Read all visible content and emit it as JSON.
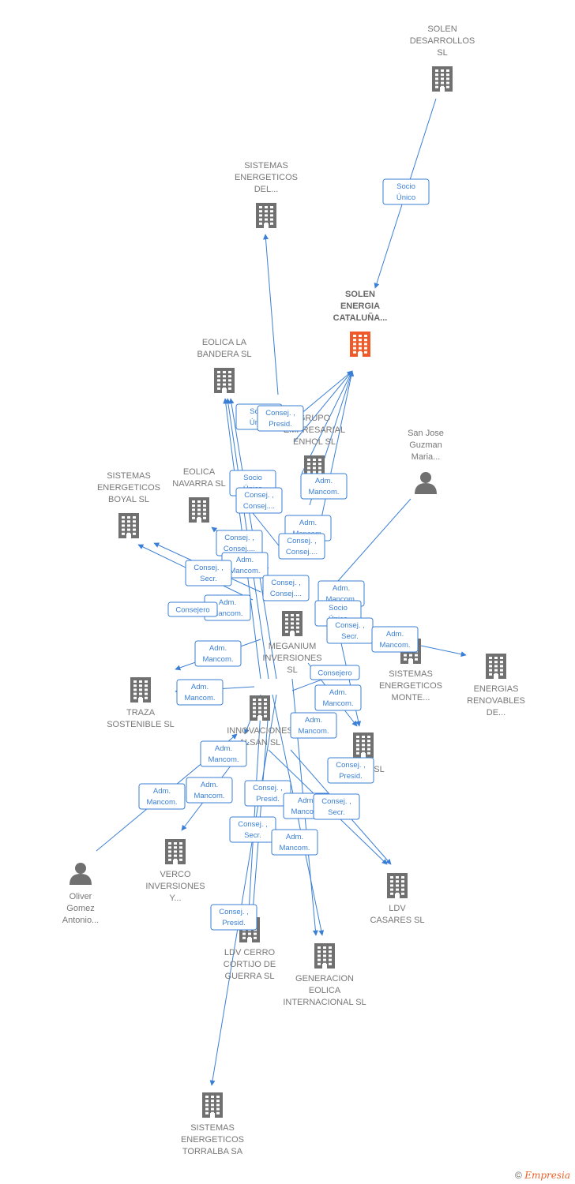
{
  "colors": {
    "edge": "#3a7fd5",
    "company": "#707070",
    "focus_company": "#f05a28",
    "person": "#707070",
    "label": "#777777"
  },
  "nodes": [
    {
      "id": "solen_desarrollos",
      "type": "company",
      "lines": [
        "SOLEN",
        "DESARROLLOS",
        "SL"
      ]
    },
    {
      "id": "sistemas_del",
      "type": "company",
      "lines": [
        "SISTEMAS",
        "ENERGETICOS",
        "DEL..."
      ]
    },
    {
      "id": "solen_energia",
      "type": "company",
      "focus": true,
      "lines": [
        "SOLEN",
        "ENERGIA",
        "CATALUÑA..."
      ]
    },
    {
      "id": "eolica_bandera",
      "type": "company",
      "lines": [
        "EOLICA LA",
        "BANDERA SL"
      ]
    },
    {
      "id": "grupo_enhol",
      "type": "company",
      "lines": [
        "GRUPO",
        "EMPRESARIAL",
        "ENHOL SL"
      ]
    },
    {
      "id": "san_jose",
      "type": "person",
      "lines": [
        "San Jose",
        "Guzman",
        "Maria..."
      ]
    },
    {
      "id": "sistemas_boyal",
      "type": "company",
      "lines": [
        "SISTEMAS",
        "ENERGETICOS",
        "BOYAL SL"
      ]
    },
    {
      "id": "eolica_navarra",
      "type": "company",
      "lines": [
        "EOLICA",
        "NAVARRA SL"
      ]
    },
    {
      "id": "meganium",
      "type": "company",
      "lines": [
        "MEGANIUM",
        "INVERSIONES",
        "SL"
      ]
    },
    {
      "id": "sistemas_monte",
      "type": "company",
      "lines": [
        "SISTEMAS",
        "ENERGETICOS",
        "MONTE..."
      ]
    },
    {
      "id": "energias_renovables",
      "type": "company",
      "lines": [
        "ENERGIAS",
        "RENOVABLES",
        "DE..."
      ]
    },
    {
      "id": "traza",
      "type": "company",
      "lines": [
        "TRAZA",
        "SOSTENIBLE SL"
      ]
    },
    {
      "id": "innovaciones",
      "type": "company",
      "lines": [
        "INNOVACIONES",
        "ALSAN SL"
      ]
    },
    {
      "id": "sl_unnamed",
      "type": "company",
      "lines": [
        "SL"
      ]
    },
    {
      "id": "oliver",
      "type": "person",
      "lines": [
        "Oliver",
        "Gomez",
        "Antonio..."
      ]
    },
    {
      "id": "verco",
      "type": "company",
      "lines": [
        "VERCO",
        "INVERSIONES",
        "Y..."
      ]
    },
    {
      "id": "ldv_casares",
      "type": "company",
      "lines": [
        "LDV",
        "CASARES SL"
      ]
    },
    {
      "id": "ldv_cerro",
      "type": "company",
      "lines": [
        "LDV CERRO",
        "CORTIJO DE",
        "GUERRA SL"
      ]
    },
    {
      "id": "generacion_eolica",
      "type": "company",
      "lines": [
        "GENERACION",
        "EOLICA",
        "INTERNACIONAL SL"
      ]
    },
    {
      "id": "sistemas_torralba",
      "type": "company",
      "lines": [
        "SISTEMAS",
        "ENERGETICOS",
        "TORRALBA SA"
      ]
    }
  ],
  "relations": [
    {
      "id": "r1",
      "lines": [
        "Socio",
        "Único"
      ]
    },
    {
      "id": "r2",
      "lines": [
        "Socio",
        "Único"
      ]
    },
    {
      "id": "r3",
      "lines": [
        "Consej. ,",
        "Presid."
      ]
    },
    {
      "id": "r4",
      "lines": [
        "Socio",
        "Único"
      ]
    },
    {
      "id": "r5",
      "lines": [
        "Consej. ,",
        "Consej...."
      ]
    },
    {
      "id": "r6",
      "lines": [
        "Adm.",
        "Mancom."
      ]
    },
    {
      "id": "r7",
      "lines": [
        "Adm.",
        "Mancom."
      ]
    },
    {
      "id": "r8",
      "lines": [
        "Consej. ,",
        "Consej...."
      ]
    },
    {
      "id": "r9",
      "lines": [
        "Consej. ,",
        "Consej...."
      ]
    },
    {
      "id": "r10",
      "lines": [
        "Adm.",
        "Mancom."
      ]
    },
    {
      "id": "r11",
      "lines": [
        "Consej. ,",
        "Secr."
      ]
    },
    {
      "id": "r12",
      "lines": [
        "Consej. ,",
        "Consej...."
      ]
    },
    {
      "id": "r13",
      "lines": [
        "Adm.",
        "Mancom."
      ]
    },
    {
      "id": "r14",
      "lines": [
        "Adm.",
        "Mancom."
      ]
    },
    {
      "id": "r15",
      "lines": [
        "Consejero"
      ]
    },
    {
      "id": "r16",
      "lines": [
        "Socio",
        "Único"
      ]
    },
    {
      "id": "r17",
      "lines": [
        "Consej. ,",
        "Secr."
      ]
    },
    {
      "id": "r18",
      "lines": [
        "Adm.",
        "Mancom."
      ]
    },
    {
      "id": "r19",
      "lines": [
        "Adm.",
        "Mancom."
      ]
    },
    {
      "id": "r20",
      "lines": [
        "Consejero"
      ]
    },
    {
      "id": "r21",
      "lines": [
        "Adm.",
        "Mancom."
      ]
    },
    {
      "id": "r22",
      "lines": [
        "Adm.",
        "Mancom."
      ]
    },
    {
      "id": "r23",
      "lines": [
        "Adm.",
        "Mancom."
      ]
    },
    {
      "id": "r24",
      "lines": [
        "Adm.",
        "Mancom."
      ]
    },
    {
      "id": "r25",
      "lines": [
        "Consej. ,",
        "Presid."
      ]
    },
    {
      "id": "r26",
      "lines": [
        "Adm.",
        "Mancom."
      ]
    },
    {
      "id": "r27",
      "lines": [
        "Adm.",
        "Mancom."
      ]
    },
    {
      "id": "r28",
      "lines": [
        "Consej. ,",
        "Presid."
      ]
    },
    {
      "id": "r29",
      "lines": [
        "Adm.",
        "Mancom."
      ]
    },
    {
      "id": "r30",
      "lines": [
        "Consej. ,",
        "Secr."
      ]
    },
    {
      "id": "r31",
      "lines": [
        "Consej. ,",
        "Secr."
      ]
    },
    {
      "id": "r32",
      "lines": [
        "Adm.",
        "Mancom."
      ]
    },
    {
      "id": "r33",
      "lines": [
        "Consej. ,",
        "Presid."
      ]
    }
  ],
  "footer": {
    "copyright": "©",
    "brand": "Empresia"
  }
}
